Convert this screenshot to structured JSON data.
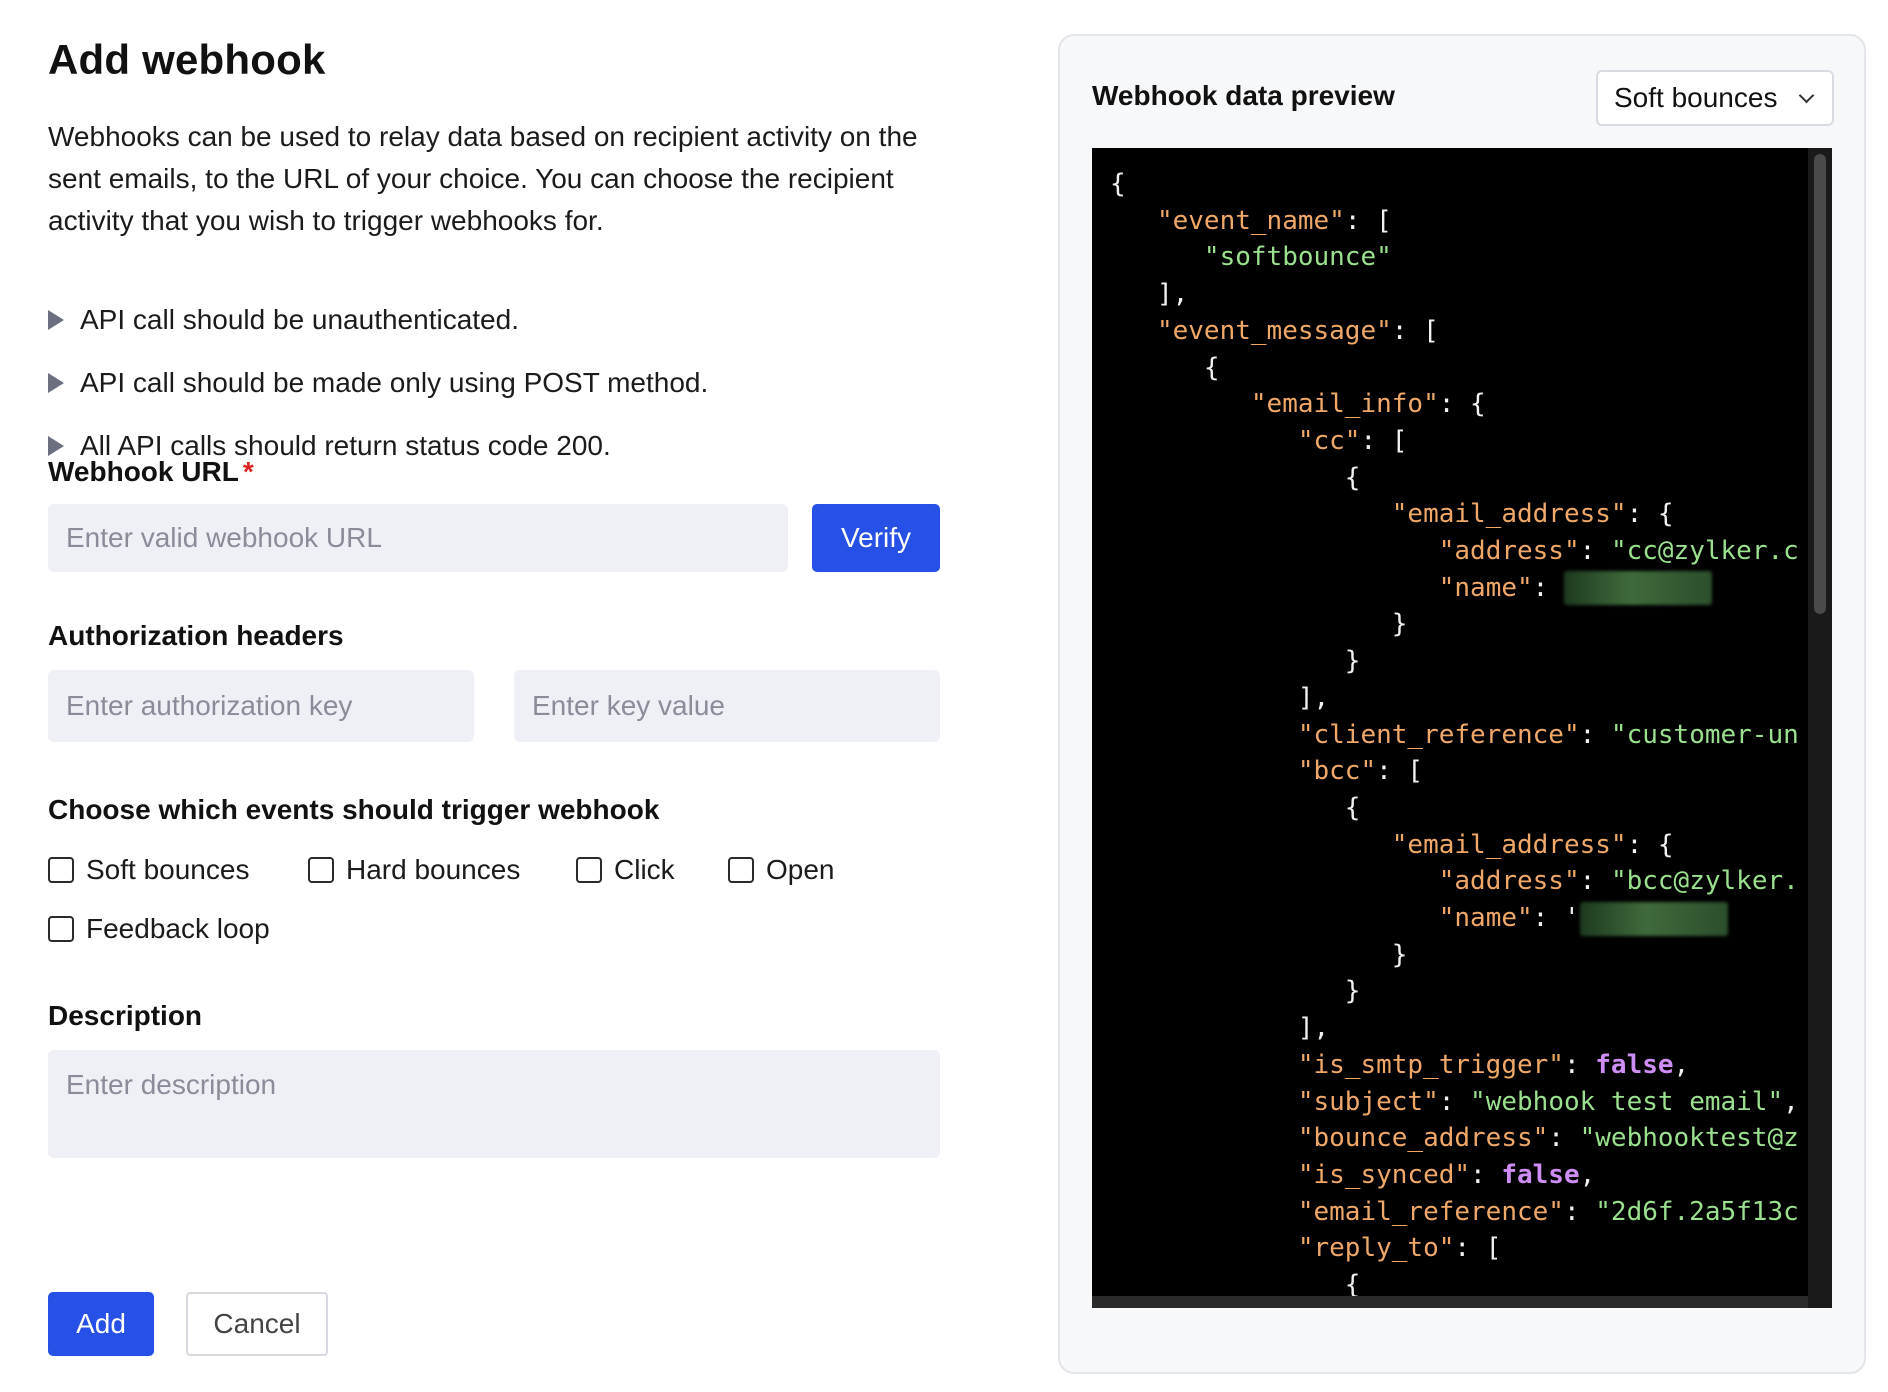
{
  "form": {
    "title": "Add webhook",
    "intro": "Webhooks can be used to relay data based on recipient activity on the sent emails, to the URL of your choice. You can choose the recipient activity that you wish to trigger webhooks for.",
    "rules": [
      "API call should be unauthenticated.",
      "API call should be made only using POST method.",
      "All API calls should return status code 200."
    ],
    "url_label": "Webhook URL",
    "required_mark": "*",
    "url_placeholder": "Enter valid webhook URL",
    "verify_label": "Verify",
    "auth_label": "Authorization headers",
    "auth_key_placeholder": "Enter authorization key",
    "auth_value_placeholder": "Enter key value",
    "events_label": "Choose which events should trigger webhook",
    "events": [
      "Soft bounces",
      "Hard bounces",
      "Click",
      "Open",
      "Feedback loop"
    ],
    "description_label": "Description",
    "description_placeholder": "Enter description",
    "add_label": "Add",
    "cancel_label": "Cancel"
  },
  "preview": {
    "title": "Webhook data preview",
    "selected_event": "Soft bounces",
    "json_lines": [
      "{",
      "   \"event_name\": [",
      "      \"softbounce\"",
      "   ],",
      "   \"event_message\": [",
      "      {",
      "         \"email_info\": {",
      "            \"cc\": [",
      "               {",
      "                  \"email_address\": {",
      "                     \"address\": \"cc@zylker.c",
      "                     \"name\": ",
      "                  }",
      "               }",
      "            ],",
      "            \"client_reference\": \"customer-un",
      "            \"bcc\": [",
      "               {",
      "                  \"email_address\": {",
      "                     \"address\": \"bcc@zylker.",
      "                     \"name\": '",
      "                  }",
      "               }",
      "            ],",
      "            \"is_smtp_trigger\": false,",
      "            \"subject\": \"webhook test email\",",
      "            \"bounce_address\": \"webhooktest@z",
      "            \"is_synced\": false,",
      "            \"email_reference\": \"2d6f.2a5f13c",
      "            \"reply_to\": [",
      "               {"
    ]
  },
  "colors": {
    "primary": "#2650e6",
    "input_bg": "#eef0f5",
    "code_bg": "#000000",
    "json_key": "#f0a868",
    "json_string": "#9be08f",
    "json_boolean": "#cf8ef5",
    "required": "#e02424"
  }
}
